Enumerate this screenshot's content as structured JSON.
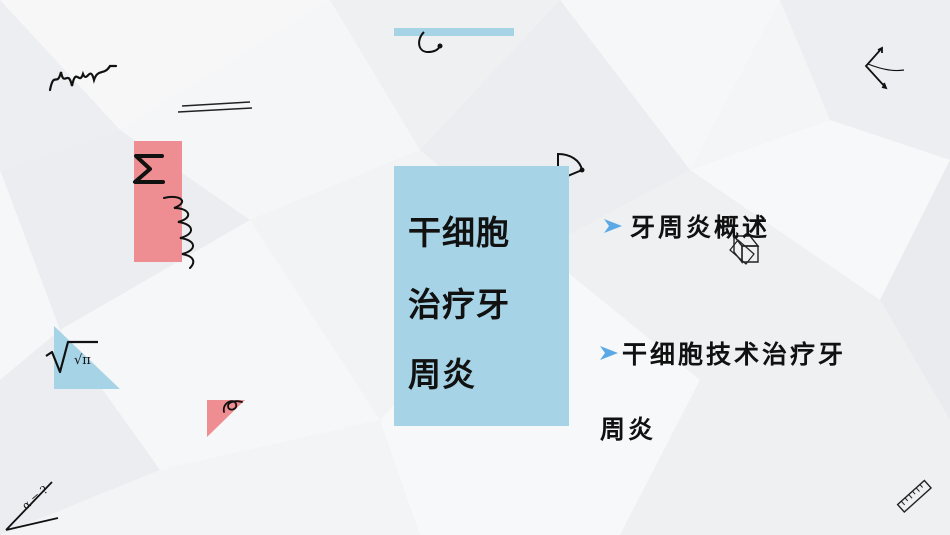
{
  "slide": {
    "title_lines": [
      "干细胞",
      "治疗牙",
      "周炎"
    ],
    "items": [
      {
        "label": "牙周炎概述"
      },
      {
        "label": "干细胞技术治疗牙",
        "continuation": "周炎"
      }
    ]
  },
  "colors": {
    "accent_blue": "#a6d3e5",
    "accent_pink": "#ef8e92",
    "arrow_blue": "#5aa9e6",
    "text": "#111111"
  },
  "icons": {
    "arrow": "right-triangle-arrow-icon",
    "sigma": "sigma-icon",
    "sqrt": "square-root-icon",
    "ruler": "ruler-icon",
    "protractor": "protractor-icon",
    "cube": "cube-icon",
    "axes": "axes-icon"
  }
}
